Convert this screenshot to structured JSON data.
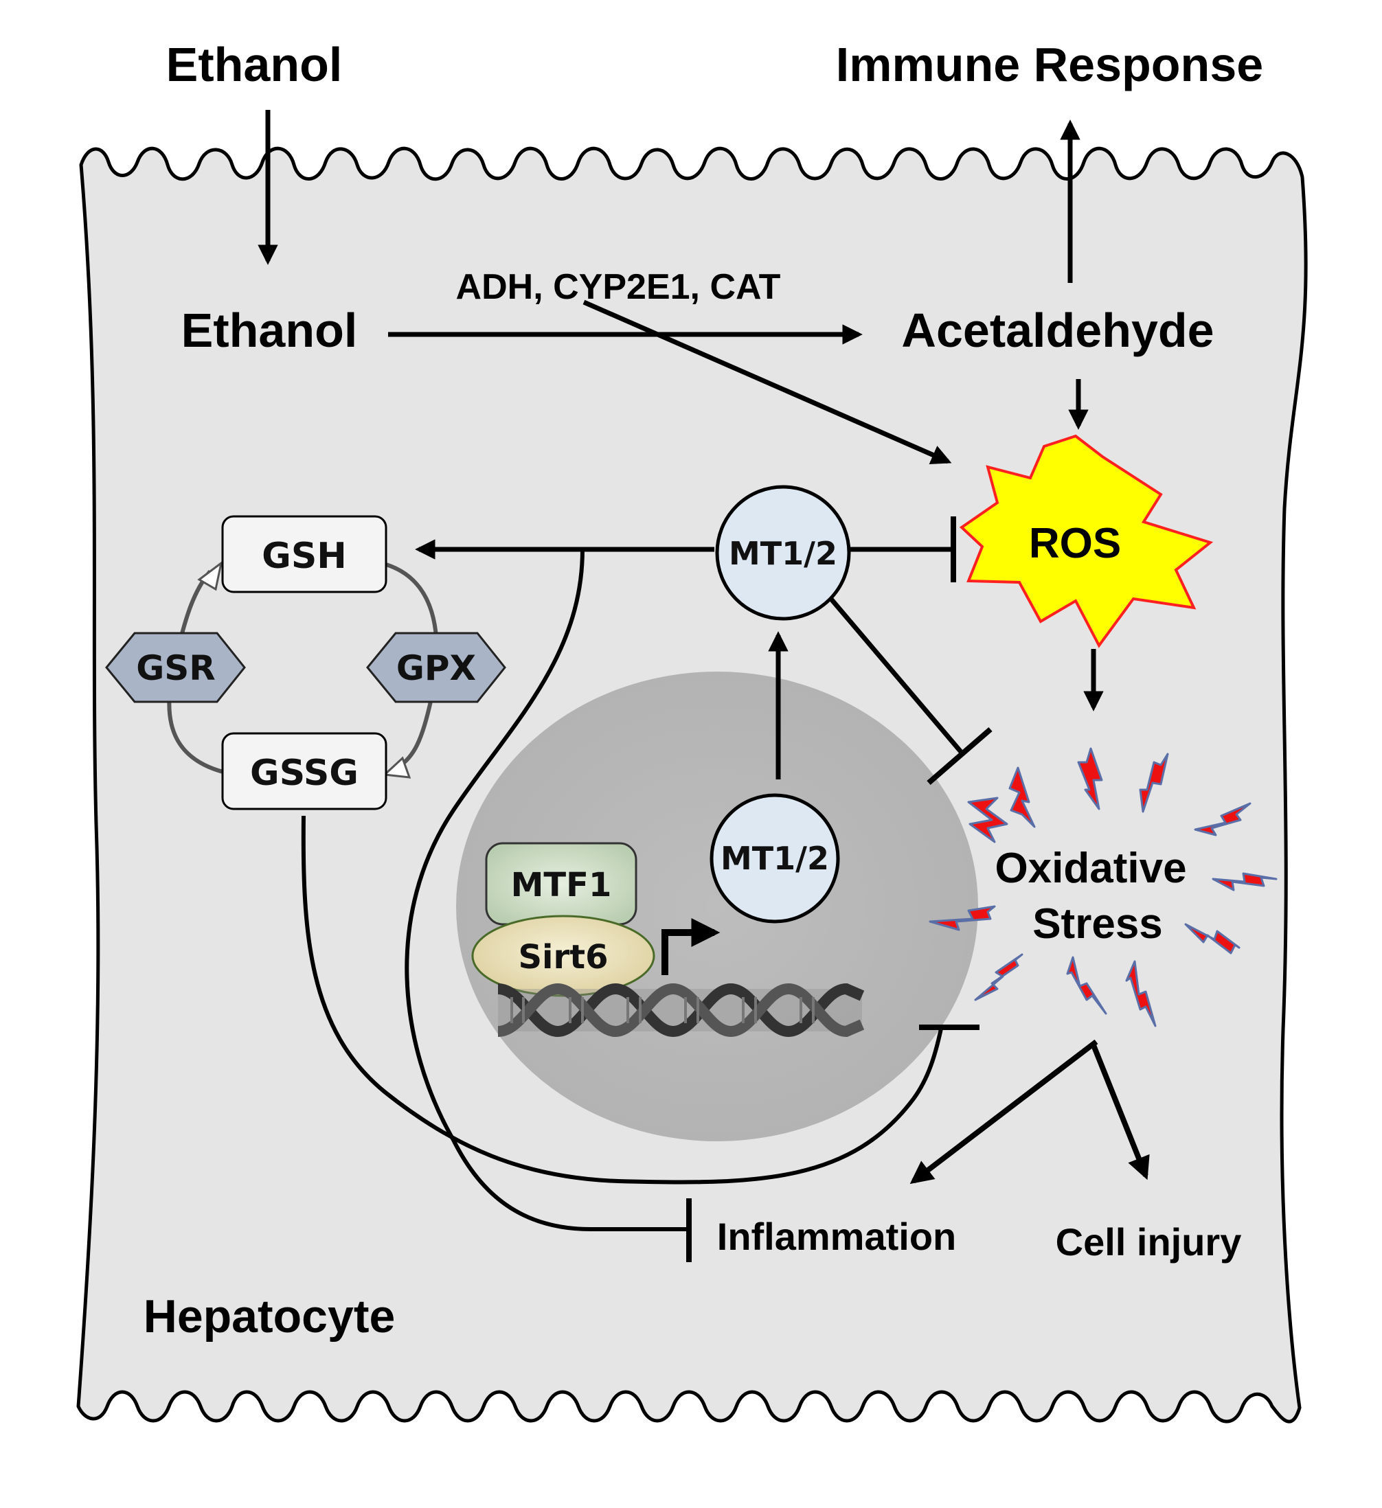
{
  "labels": {
    "ethanol_outside": "Ethanol",
    "immune_response": "Immune Response",
    "ethanol_inside": "Ethanol",
    "enzymes": "ADH, CYP2E1, CAT",
    "acetaldehyde": "Acetaldehyde",
    "ros": "ROS",
    "mt_cytoplasm": "MT1/2",
    "mt_nucleus": "MT1/2",
    "gsh": "GSH",
    "gssg": "GSSG",
    "gsr": "GSR",
    "gpx": "GPX",
    "mtf1": "MTF1",
    "sirt6": "Sirt6",
    "oxidative": "Oxidative",
    "stress": "Stress",
    "inflammation": "Inflammation",
    "cell_injury": "Cell injury",
    "hepatocyte": "Hepatocyte"
  },
  "colors": {
    "cell_fill": "#e5e5e5",
    "nucleus_fill": "#b9b9b9",
    "mt_fill": "#dde8f3",
    "hex_fill": "#a9b4c6",
    "mtf1_fill": "#d2e0c9",
    "sirt6_fill": "#ece3bf",
    "ros_fill": "#ffff00",
    "ros_stroke": "#ff2020",
    "bolt_fill": "#ee1111",
    "bolt_stroke": "#5a6fa8"
  }
}
